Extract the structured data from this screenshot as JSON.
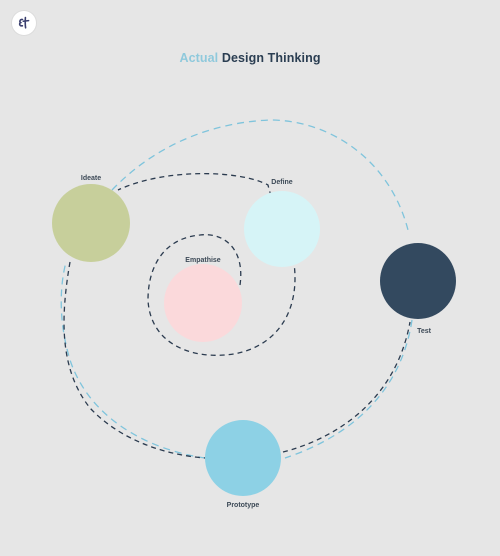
{
  "title": {
    "accent": "Actual",
    "main": "Design Thinking"
  },
  "nodes": [
    {
      "id": "empathise",
      "label": "Empathise",
      "color": "#fbd9db"
    },
    {
      "id": "define",
      "label": "Define",
      "color": "#d6f4f7"
    },
    {
      "id": "ideate",
      "label": "Ideate",
      "color": "#c7cf9b"
    },
    {
      "id": "test",
      "label": "Test",
      "color": "#33495f"
    },
    {
      "id": "prototype",
      "label": "Prototype",
      "color": "#8dd1e5"
    }
  ],
  "colors": {
    "background": "#e6e6e6",
    "dark_path": "#2b3b4f",
    "light_path": "#7fc4dc"
  },
  "logo": {
    "icon": "et-logo-icon"
  }
}
